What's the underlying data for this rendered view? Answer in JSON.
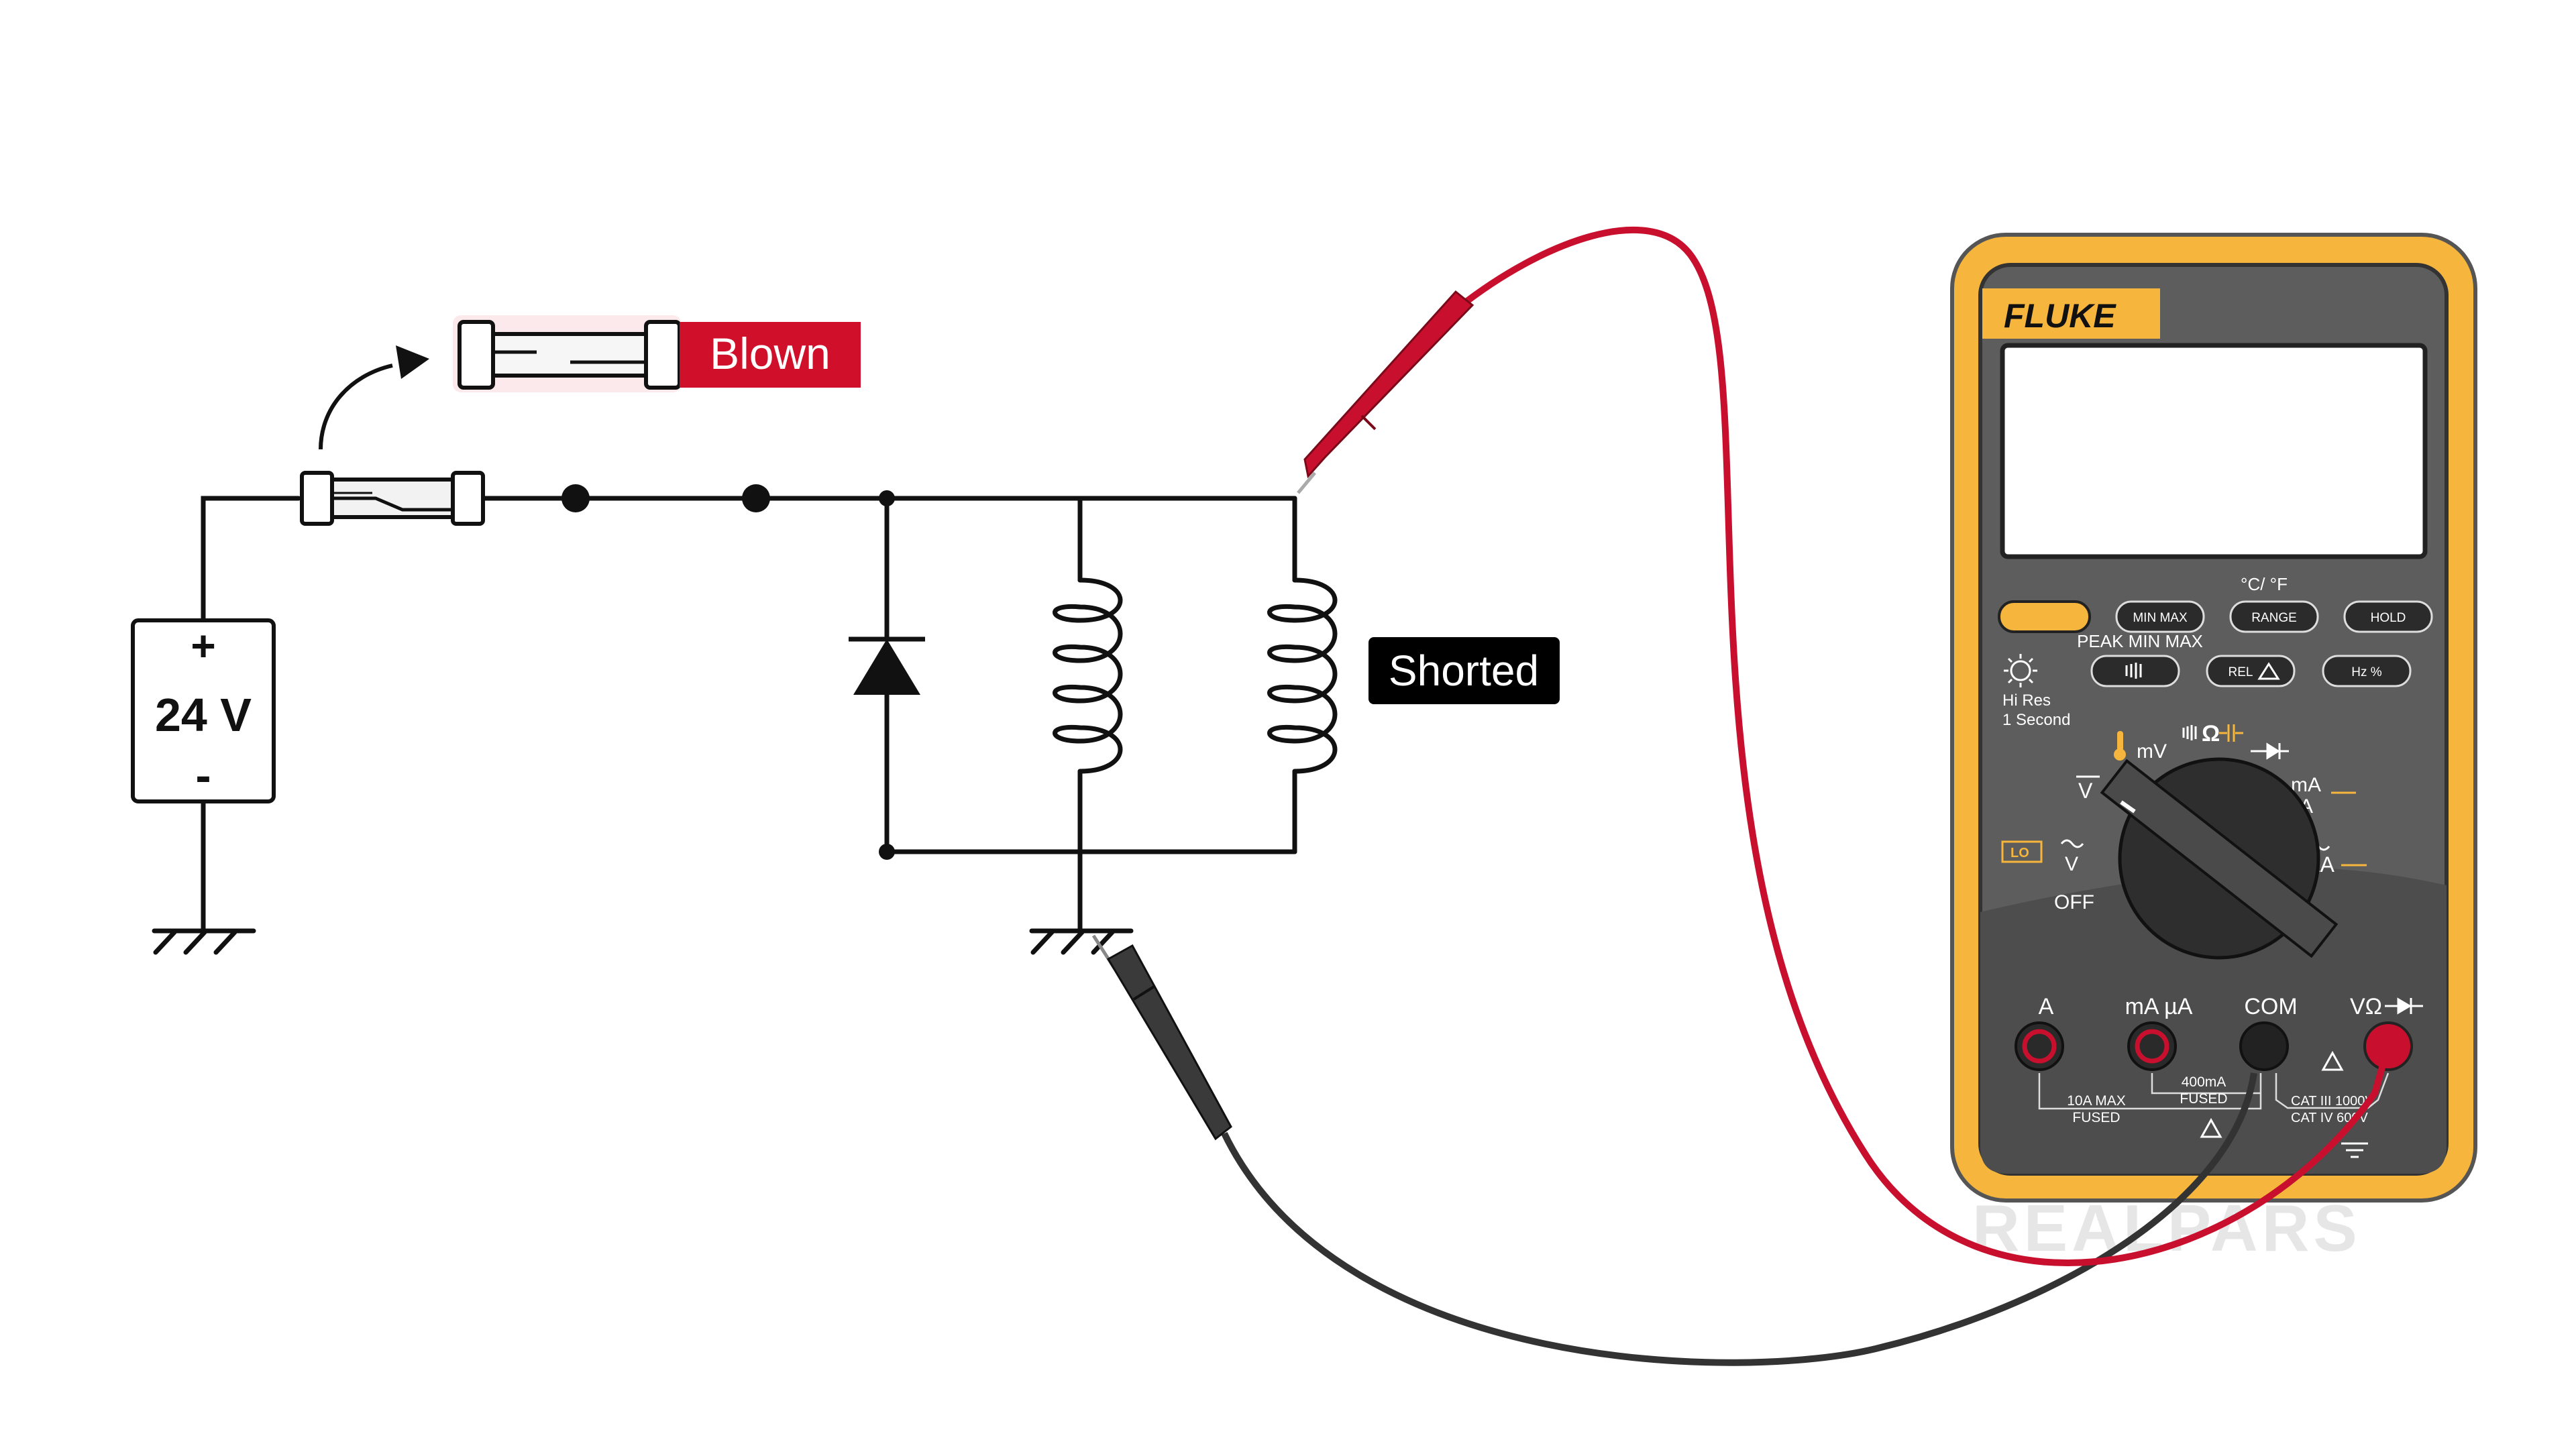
{
  "circuit": {
    "supply_voltage": "24 V",
    "supply_plus": "+",
    "supply_minus": "-",
    "fuse_status": "Blown",
    "coil_status": "Shorted"
  },
  "meter": {
    "brand": "FLUKE",
    "temp_unit": "°C/ °F",
    "buttons": {
      "minmax": "MIN MAX",
      "range": "RANGE",
      "hold": "HOLD",
      "peak": "PEAK MIN MAX",
      "rel": "REL",
      "hz": "Hz  %"
    },
    "hires_line1": "Hi Res",
    "hires_line2": "1 Second",
    "dial": {
      "mv": "mV",
      "ohm": "Ω",
      "v_dc": "V",
      "v_ac": "V",
      "ma_a": "mA",
      "a": "A",
      "ua": "µA",
      "off": "OFF",
      "lo": "LO"
    },
    "jacks": {
      "a": "A",
      "ma_ua": "mA µA",
      "com": "COM",
      "v_ohm": "VΩ"
    },
    "fuse_10a_1": "10A MAX",
    "fuse_10a_2": "FUSED",
    "fuse_400_1": "400mA",
    "fuse_400_2": "FUSED",
    "cat_1": "CAT III 1000V",
    "cat_2": "CAT IV 600V"
  },
  "watermark": "REALPARS",
  "colors": {
    "wire": "#111111",
    "probe_red": "#c8102e",
    "probe_black": "#333333",
    "meter_orange": "#f6b53c",
    "meter_face": "#5b5b5b",
    "label_red": "#d0102b",
    "label_black": "#000000"
  }
}
